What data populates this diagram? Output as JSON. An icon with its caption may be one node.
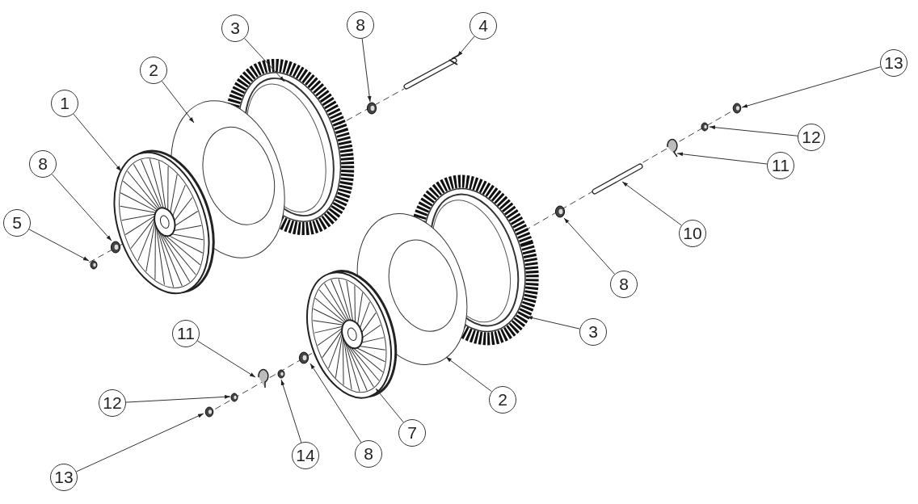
{
  "diagram": {
    "nodes": [
      {
        "text": [
          "3"
        ]
      },
      {
        "text": [
          "8"
        ]
      },
      {
        "text": [
          "4"
        ]
      },
      {
        "text": [
          "13"
        ]
      },
      {
        "text": [
          "2"
        ]
      },
      {
        "text": [
          "1"
        ]
      },
      {
        "text": [
          "12"
        ]
      },
      {
        "text": [
          "11"
        ]
      },
      {
        "text": [
          "8"
        ]
      },
      {
        "text": [
          "5"
        ]
      },
      {
        "text": [
          "10"
        ]
      },
      {
        "text": [
          "8"
        ]
      },
      {
        "text": [
          "3"
        ]
      },
      {
        "text": [
          "11"
        ]
      },
      {
        "text": [
          "12"
        ]
      },
      {
        "text": [
          "2"
        ]
      },
      {
        "text": [
          "7"
        ]
      },
      {
        "text": [
          "14"
        ]
      },
      {
        "text": [
          "8"
        ]
      },
      {
        "text": [
          "13"
        ]
      }
    ],
    "edges": [
      {
        "from": 0,
        "to": null,
        "arrow": "to"
      },
      {
        "from": 1,
        "to": null,
        "arrow": "to"
      },
      {
        "from": 2,
        "to": null,
        "arrow": "to"
      },
      {
        "from": 3,
        "to": null,
        "arrow": "to"
      },
      {
        "from": 4,
        "to": null,
        "arrow": "to"
      },
      {
        "from": 5,
        "to": null,
        "arrow": "to"
      },
      {
        "from": 6,
        "to": null,
        "arrow": "to"
      },
      {
        "from": 7,
        "to": null,
        "arrow": "to"
      },
      {
        "from": 8,
        "to": null,
        "arrow": "to"
      },
      {
        "from": 9,
        "to": null,
        "arrow": "to"
      },
      {
        "from": 10,
        "to": null,
        "arrow": "to"
      },
      {
        "from": 11,
        "to": null,
        "arrow": "to"
      },
      {
        "from": 12,
        "to": null,
        "arrow": "to"
      },
      {
        "from": 13,
        "to": null,
        "arrow": "to"
      },
      {
        "from": 14,
        "to": null,
        "arrow": "to"
      },
      {
        "from": 15,
        "to": null,
        "arrow": "to"
      },
      {
        "from": 16,
        "to": null,
        "arrow": "to"
      },
      {
        "from": 17,
        "to": null,
        "arrow": "to"
      },
      {
        "from": 18,
        "to": null,
        "arrow": "to"
      },
      {
        "from": 19,
        "to": null,
        "arrow": "to"
      }
    ]
  }
}
